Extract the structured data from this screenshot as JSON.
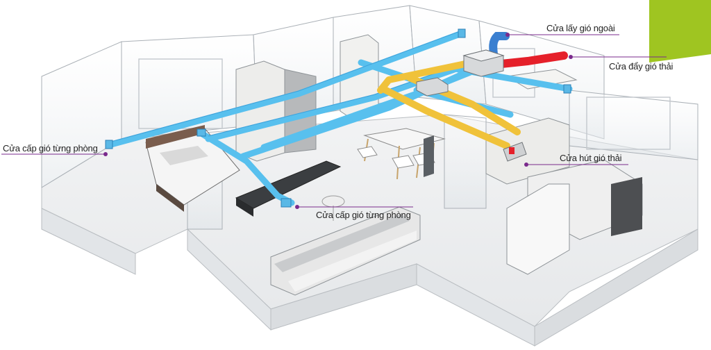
{
  "labels": {
    "outdoor_air_intake": "Cửa lấy gió ngoài",
    "exhaust_outlet": "Cửa đẩy gió thải",
    "room_supply_left": "Cửa cấp gió từng phòng",
    "room_supply_center": "Cửa cấp gió từng phòng",
    "exhaust_return": "Cửa hút gió thải"
  },
  "colors": {
    "supply_duct": "#58c0ee",
    "extract_duct": "#f0c23a",
    "exhaust_duct": "#e5202a",
    "intake_duct": "#3a7fd0",
    "corner_accent": "#9fc521",
    "callout_marker": "#7a2a8c"
  },
  "icons": {
    "erv_unit": "heat-recovery-ventilator-unit",
    "bed": "bed-icon",
    "sofa": "sofa-icon",
    "dining_set": "dining-table-icon"
  }
}
